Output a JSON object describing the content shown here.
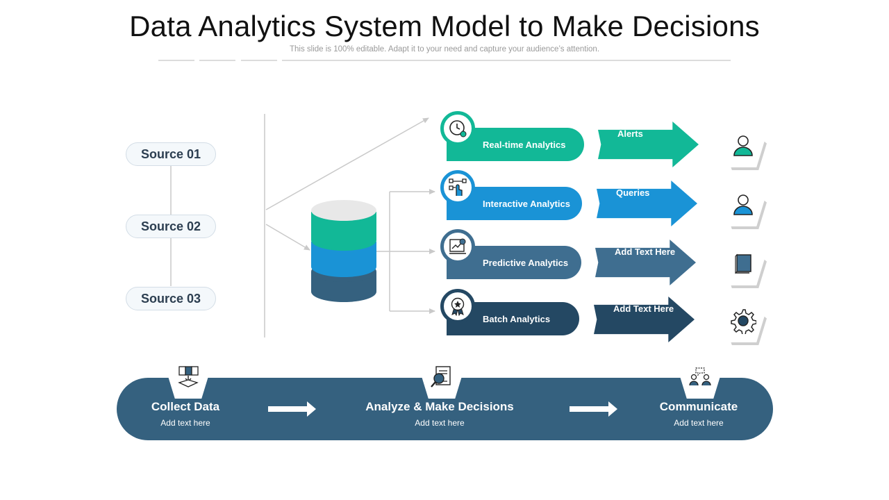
{
  "title": "Data Analytics System Model to Make Decisions",
  "subtitle": "This slide is 100% editable. Adapt it to your need and capture your audience’s attention.",
  "colors": {
    "teal": "#12b897",
    "blue": "#1a93d6",
    "steel": "#3f6e90",
    "navy": "#244863",
    "band": "#35617f",
    "line": "#c9c9c9"
  },
  "sources": [
    {
      "label": "Source 01"
    },
    {
      "label": "Source 02"
    },
    {
      "label": "Source 03"
    }
  ],
  "database": {
    "icon": "database-cylinder-icon"
  },
  "analytics": [
    {
      "label": "Real-time Analytics",
      "icon": "clock-gear-icon",
      "output": "Alerts",
      "output_icon": "user-icon",
      "color": "#12b897"
    },
    {
      "label": "Interactive Analytics",
      "icon": "hand-touch-network-icon",
      "output": "Queries",
      "output_icon": "user-icon",
      "color": "#1a93d6"
    },
    {
      "label": "Predictive Analytics",
      "icon": "chart-board-icon",
      "output": "Add Text Here",
      "output_icon": "book-icon",
      "color": "#3f6e90"
    },
    {
      "label": "Batch Analytics",
      "icon": "award-badge-icon",
      "output": "Add Text Here",
      "output_icon": "gear-icon",
      "color": "#244863"
    }
  ],
  "stages": [
    {
      "title": "Collect Data",
      "sub": "Add text here",
      "icon": "collect-documents-icon"
    },
    {
      "title": "Analyze & Make Decisions",
      "sub": "Add text here",
      "icon": "document-search-icon"
    },
    {
      "title": "Communicate",
      "sub": "Add text here",
      "icon": "people-chat-icon"
    }
  ]
}
